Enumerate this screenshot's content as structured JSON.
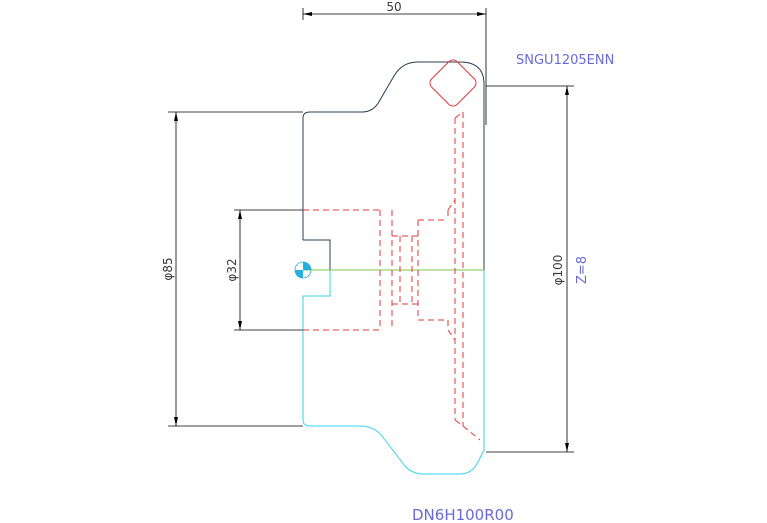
{
  "drawing": {
    "dimensions": {
      "width_label": "50",
      "dia_outer_label": "φ85",
      "dia_bore_label": "φ32",
      "dia_cutter_label": "φ100",
      "teeth_label": "Z=8"
    },
    "insert_code": "SNGU1205ENN",
    "tool_code": "DN6H100R00"
  },
  "colors": {
    "body_upper": "#2f3d4f",
    "body_lower": "#33d6ee",
    "hidden": "#e03a3a",
    "centerline": "#7ec84a",
    "dimension": "#000000",
    "annotation": "#6a6ad8",
    "center_mark": "#22b0e0"
  }
}
